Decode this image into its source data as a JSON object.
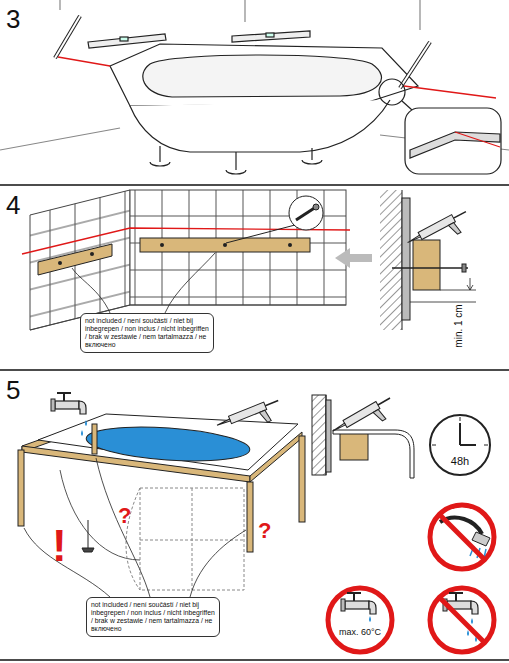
{
  "diagram": {
    "nodes": [
      {
        "text": [
          "not included / není součástí / niet bij inbegrepen / non inclus / nicht inbegriffen / brak w zestawie / nem tartalmazza / не включено"
        ]
      },
      {
        "text": [
          "not included / není součástí / niet bij inbegrepen / non inclus / nicht inbegriffen / brak w zestawie / nem tartalmazza / не включено"
        ]
      }
    ],
    "labels": [
      "3",
      "4",
      "min. 1 cm",
      "5",
      "48h",
      "?",
      "?",
      "!",
      "max. 60°C"
    ]
  }
}
